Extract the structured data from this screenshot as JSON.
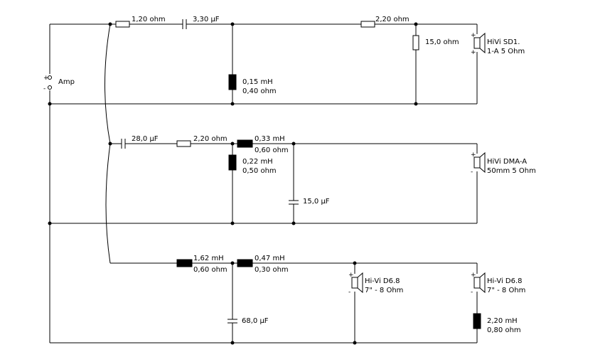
{
  "amp": {
    "label": "Amp",
    "plus": "+",
    "minus": "-"
  },
  "tweeter": {
    "r_series": "1,20 ohm",
    "c_series": "3,30 µF",
    "r_series2": "2,20 ohm",
    "r_parallel": "15,0 ohm",
    "l_shunt_l": "0,15 mH",
    "l_shunt_r": "0,40 ohm",
    "speaker_line1": "HiVi SD1.",
    "speaker_line2": "1-A 5 Ohm"
  },
  "mid": {
    "c_series": "28,0 µF",
    "r_series": "2,20 ohm",
    "l_series_l": "0,33 mH",
    "l_series_r": "0,60 ohm",
    "l_shunt_l": "0,22 mH",
    "l_shunt_r": "0,50 ohm",
    "c_shunt": "15,0 µF",
    "speaker_line1": "HiVi DMA-A",
    "speaker_line2": "50mm 5 Ohm"
  },
  "woofer": {
    "l1_l": "1,62 mH",
    "l1_r": "0,60 ohm",
    "l2_l": "0,47 mH",
    "l2_r": "0,30 ohm",
    "c_shunt": "68,0 µF",
    "speaker1_line1": "Hi-Vi D6.8",
    "speaker1_line2": "7\" - 8 Ohm",
    "speaker2_line1": "Hi-Vi D6.8",
    "speaker2_line2": "7\" - 8 Ohm",
    "l_series_l": "2,20 mH",
    "l_series_r": "0,80 ohm"
  }
}
